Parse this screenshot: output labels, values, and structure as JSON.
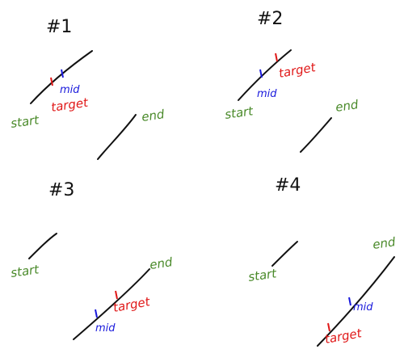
{
  "colors": {
    "line": "#111111",
    "start": "#4a8a2a",
    "end": "#4a8a2a",
    "mid": "#1a1adc",
    "target": "#e01818"
  },
  "labels": {
    "start": "start",
    "end": "end",
    "mid": "mid",
    "target": "target"
  },
  "panels": [
    {
      "title": "#1"
    },
    {
      "title": "#2"
    },
    {
      "title": "#3"
    },
    {
      "title": "#4"
    }
  ]
}
